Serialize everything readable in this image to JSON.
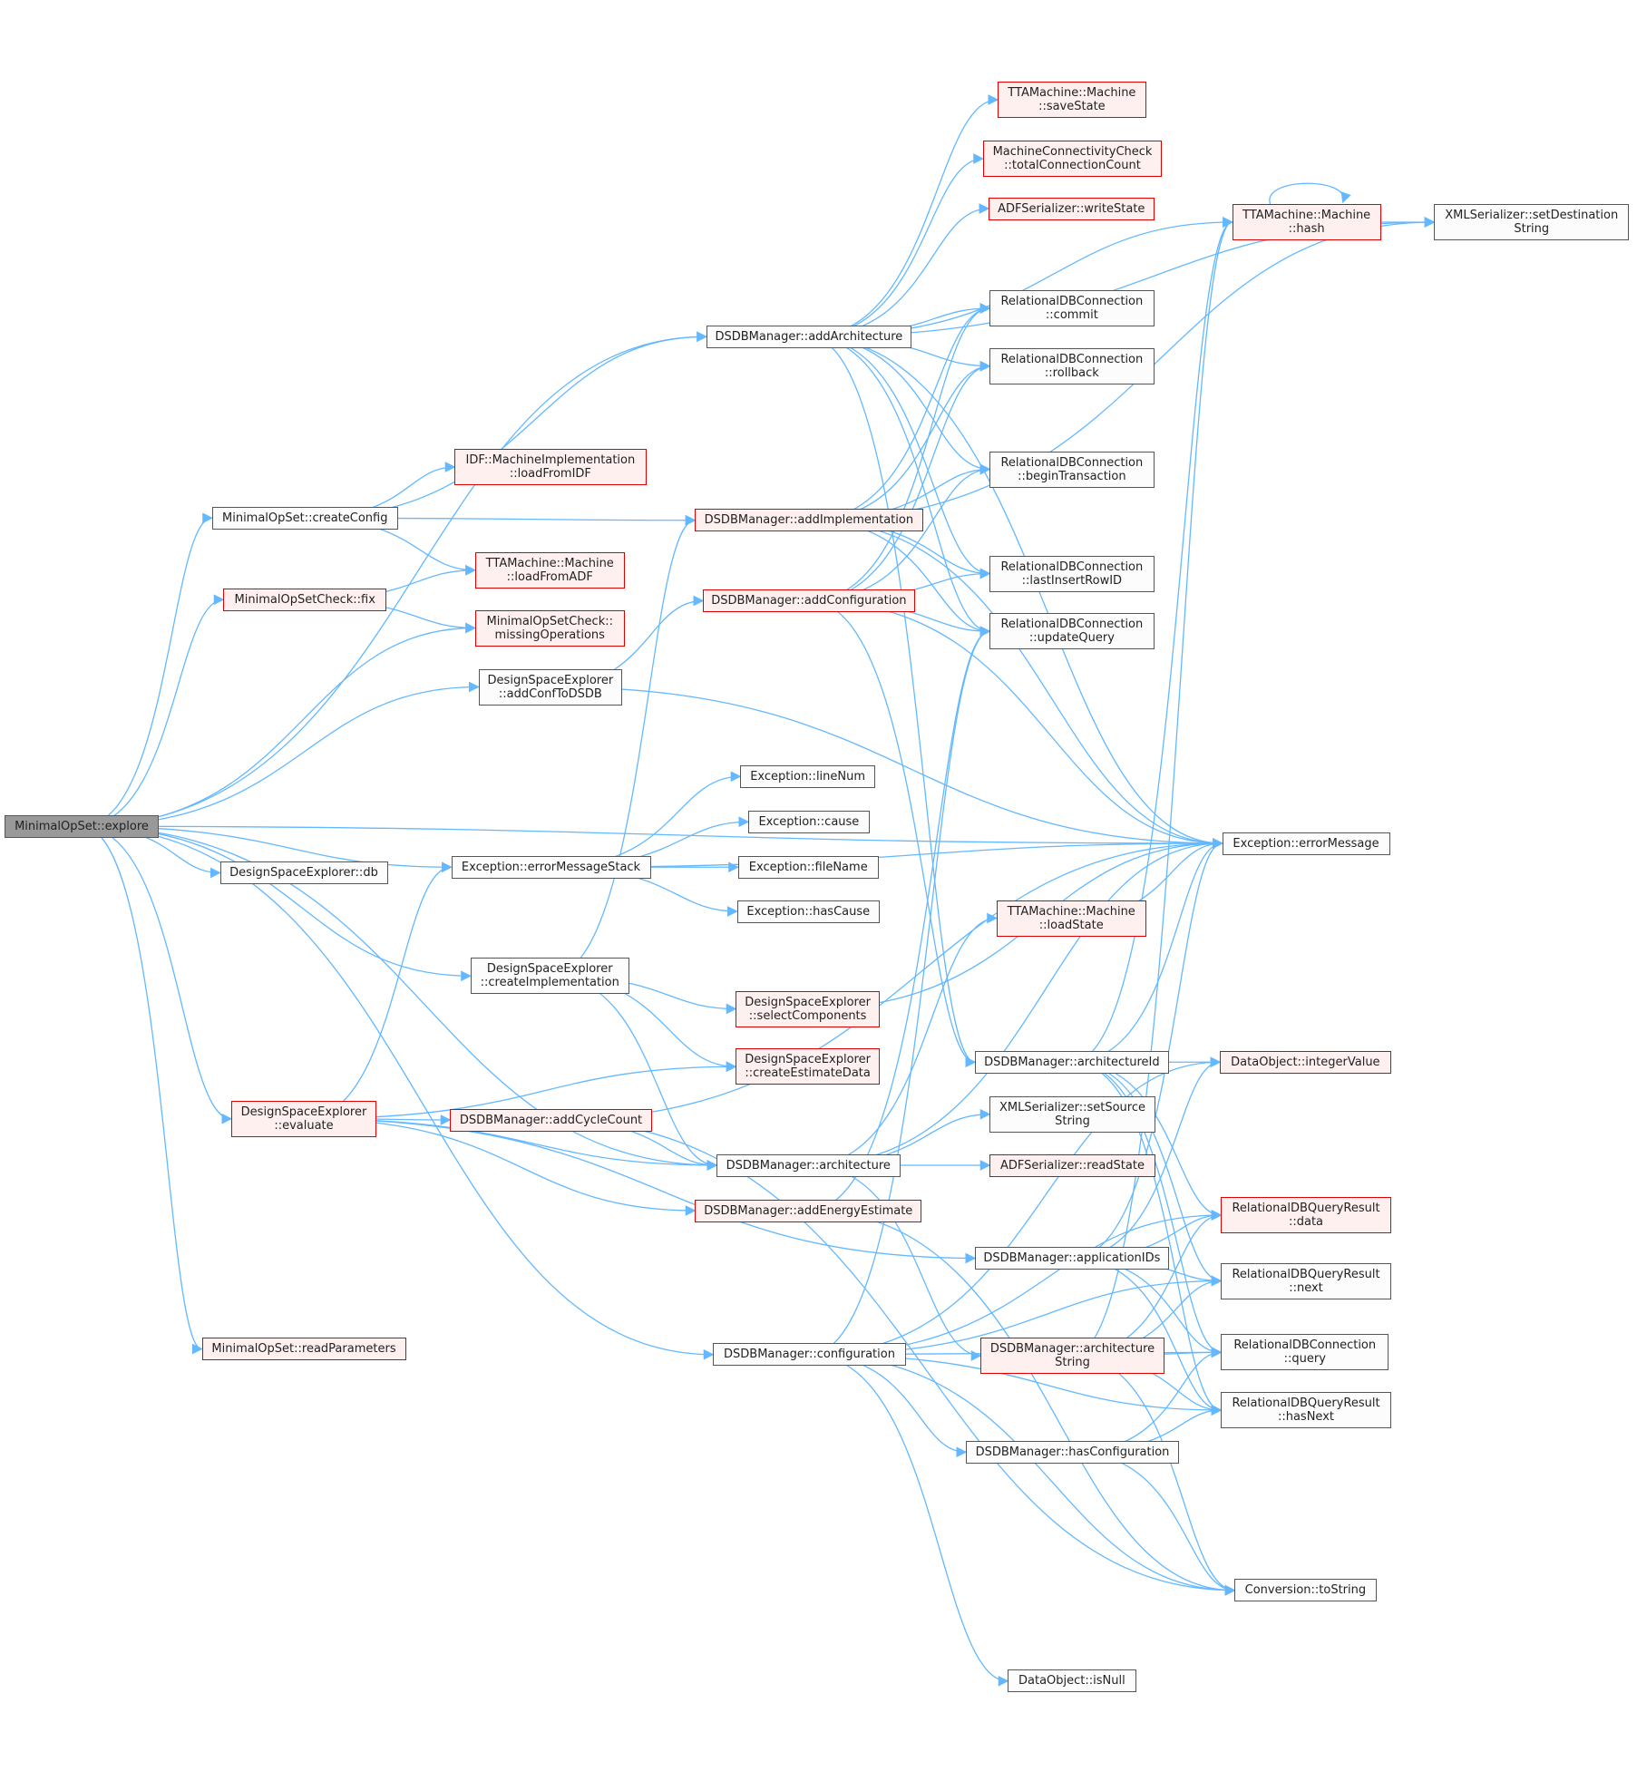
{
  "colors": {
    "edge": "#63b8ff",
    "red_border": "#e00000",
    "red_fill": "#fff0f0",
    "root_fill": "#999999"
  },
  "nodes": {
    "explore": {
      "label": "MinimalOpSet::explore",
      "style": "root"
    },
    "createConfig": {
      "label": "MinimalOpSet::createConfig",
      "style": "normal"
    },
    "fix": {
      "label": "MinimalOpSetCheck::fix",
      "style": "red"
    },
    "db": {
      "label": "DesignSpaceExplorer::db",
      "style": "normal"
    },
    "evaluate": {
      "label": "DesignSpaceExplorer\n::evaluate",
      "style": "red"
    },
    "readParameters": {
      "label": "MinimalOpSet::readParameters",
      "style": "red"
    },
    "addArchitecture": {
      "label": "DSDBManager::addArchitecture",
      "style": "normal"
    },
    "loadFromIDF": {
      "label": "IDF::MachineImplementation\n::loadFromIDF",
      "style": "red"
    },
    "loadFromADF": {
      "label": "TTAMachine::Machine\n::loadFromADF",
      "style": "red"
    },
    "missingOperations": {
      "label": "MinimalOpSetCheck::\nmissingOperations",
      "style": "red"
    },
    "addConfToDSDB": {
      "label": "DesignSpaceExplorer\n::addConfToDSDB",
      "style": "normal"
    },
    "addImplementation": {
      "label": "DSDBManager::addImplementation",
      "style": "red"
    },
    "addConfiguration": {
      "label": "DSDBManager::addConfiguration",
      "style": "red"
    },
    "errorMessageStack": {
      "label": "Exception::errorMessageStack",
      "style": "normal"
    },
    "createImplementation": {
      "label": "DesignSpaceExplorer\n::createImplementation",
      "style": "normal"
    },
    "addCycleCount": {
      "label": "DSDBManager::addCycleCount",
      "style": "red"
    },
    "architecture": {
      "label": "DSDBManager::architecture",
      "style": "normal"
    },
    "addEnergyEstimate": {
      "label": "DSDBManager::addEnergyEstimate",
      "style": "red"
    },
    "configuration": {
      "label": "DSDBManager::configuration",
      "style": "normal"
    },
    "lineNum": {
      "label": "Exception::lineNum",
      "style": "normal"
    },
    "cause": {
      "label": "Exception::cause",
      "style": "normal"
    },
    "fileName": {
      "label": "Exception::fileName",
      "style": "normal"
    },
    "hasCause": {
      "label": "Exception::hasCause",
      "style": "normal"
    },
    "selectComponents": {
      "label": "DesignSpaceExplorer\n::selectComponents",
      "style": "red"
    },
    "createEstimateData": {
      "label": "DesignSpaceExplorer\n::createEstimateData",
      "style": "red"
    },
    "saveState": {
      "label": "TTAMachine::Machine\n::saveState",
      "style": "red"
    },
    "totalConnectionCount": {
      "label": "MachineConnectivityCheck\n::totalConnectionCount",
      "style": "red"
    },
    "writeState": {
      "label": "ADFSerializer::writeState",
      "style": "red"
    },
    "commit": {
      "label": "RelationalDBConnection\n::commit",
      "style": "normal"
    },
    "rollback": {
      "label": "RelationalDBConnection\n::rollback",
      "style": "normal"
    },
    "beginTransaction": {
      "label": "RelationalDBConnection\n::beginTransaction",
      "style": "normal"
    },
    "lastInsertRowID": {
      "label": "RelationalDBConnection\n::lastInsertRowID",
      "style": "normal"
    },
    "updateQuery": {
      "label": "RelationalDBConnection\n::updateQuery",
      "style": "normal"
    },
    "loadState": {
      "label": "TTAMachine::Machine\n::loadState",
      "style": "red"
    },
    "architectureId": {
      "label": "DSDBManager::architectureId",
      "style": "normal"
    },
    "setSourceString": {
      "label": "XMLSerializer::setSource\nString",
      "style": "normal"
    },
    "readState": {
      "label": "ADFSerializer::readState",
      "style": "red"
    },
    "applicationIDs": {
      "label": "DSDBManager::applicationIDs",
      "style": "normal"
    },
    "architectureString": {
      "label": "DSDBManager::architecture\nString",
      "style": "red"
    },
    "hasConfiguration": {
      "label": "DSDBManager::hasConfiguration",
      "style": "normal"
    },
    "isNull": {
      "label": "DataObject::isNull",
      "style": "normal"
    },
    "hash": {
      "label": "TTAMachine::Machine\n::hash",
      "style": "red"
    },
    "setDestinationString": {
      "label": "XMLSerializer::setDestination\nString",
      "style": "normal"
    },
    "errorMessage": {
      "label": "Exception::errorMessage",
      "style": "normal"
    },
    "integerValue": {
      "label": "DataObject::integerValue",
      "style": "red"
    },
    "data": {
      "label": "RelationalDBQueryResult\n::data",
      "style": "red"
    },
    "next": {
      "label": "RelationalDBQueryResult\n::next",
      "style": "normal"
    },
    "query": {
      "label": "RelationalDBConnection\n::query",
      "style": "normal"
    },
    "hasNext": {
      "label": "RelationalDBQueryResult\n::hasNext",
      "style": "normal"
    },
    "toString": {
      "label": "Conversion::toString",
      "style": "normal"
    }
  },
  "edges": [
    [
      "explore",
      "createConfig"
    ],
    [
      "explore",
      "fix"
    ],
    [
      "explore",
      "missingOperations"
    ],
    [
      "explore",
      "addConfToDSDB"
    ],
    [
      "explore",
      "addArchitecture"
    ],
    [
      "explore",
      "errorMessage"
    ],
    [
      "explore",
      "db"
    ],
    [
      "explore",
      "errorMessageStack"
    ],
    [
      "explore",
      "createImplementation"
    ],
    [
      "explore",
      "evaluate"
    ],
    [
      "explore",
      "architecture"
    ],
    [
      "explore",
      "configuration"
    ],
    [
      "explore",
      "readParameters"
    ],
    [
      "createConfig",
      "addArchitecture"
    ],
    [
      "createConfig",
      "loadFromIDF"
    ],
    [
      "createConfig",
      "addImplementation"
    ],
    [
      "createConfig",
      "loadFromADF"
    ],
    [
      "fix",
      "loadFromADF"
    ],
    [
      "fix",
      "missingOperations"
    ],
    [
      "addConfToDSDB",
      "addConfiguration"
    ],
    [
      "addConfToDSDB",
      "errorMessage"
    ],
    [
      "addArchitecture",
      "saveState"
    ],
    [
      "addArchitecture",
      "totalConnectionCount"
    ],
    [
      "addArchitecture",
      "writeState"
    ],
    [
      "addArchitecture",
      "commit"
    ],
    [
      "addArchitecture",
      "rollback"
    ],
    [
      "addArchitecture",
      "beginTransaction"
    ],
    [
      "addArchitecture",
      "lastInsertRowID"
    ],
    [
      "addArchitecture",
      "updateQuery"
    ],
    [
      "addArchitecture",
      "hash"
    ],
    [
      "addArchitecture",
      "setDestinationString"
    ],
    [
      "addArchitecture",
      "errorMessage"
    ],
    [
      "addArchitecture",
      "architectureId"
    ],
    [
      "addImplementation",
      "commit"
    ],
    [
      "addImplementation",
      "rollback"
    ],
    [
      "addImplementation",
      "beginTransaction"
    ],
    [
      "addImplementation",
      "lastInsertRowID"
    ],
    [
      "addImplementation",
      "updateQuery"
    ],
    [
      "addImplementation",
      "errorMessage"
    ],
    [
      "addImplementation",
      "setDestinationString"
    ],
    [
      "addConfiguration",
      "commit"
    ],
    [
      "addConfiguration",
      "rollback"
    ],
    [
      "addConfiguration",
      "beginTransaction"
    ],
    [
      "addConfiguration",
      "lastInsertRowID"
    ],
    [
      "addConfiguration",
      "updateQuery"
    ],
    [
      "addConfiguration",
      "errorMessage"
    ],
    [
      "addConfiguration",
      "architectureId"
    ],
    [
      "errorMessageStack",
      "lineNum"
    ],
    [
      "errorMessageStack",
      "cause"
    ],
    [
      "errorMessageStack",
      "fileName"
    ],
    [
      "errorMessageStack",
      "hasCause"
    ],
    [
      "errorMessageStack",
      "errorMessage"
    ],
    [
      "createImplementation",
      "addImplementation"
    ],
    [
      "createImplementation",
      "selectComponents"
    ],
    [
      "createImplementation",
      "createEstimateData"
    ],
    [
      "createImplementation",
      "architecture"
    ],
    [
      "evaluate",
      "errorMessageStack"
    ],
    [
      "evaluate",
      "createEstimateData"
    ],
    [
      "evaluate",
      "addCycleCount"
    ],
    [
      "evaluate",
      "architecture"
    ],
    [
      "evaluate",
      "addEnergyEstimate"
    ],
    [
      "evaluate",
      "applicationIDs"
    ],
    [
      "addCycleCount",
      "architecture"
    ],
    [
      "addCycleCount",
      "errorMessage"
    ],
    [
      "addCycleCount",
      "toString"
    ],
    [
      "architecture",
      "setSourceString"
    ],
    [
      "architecture",
      "readState"
    ],
    [
      "architecture",
      "loadState"
    ],
    [
      "architecture",
      "architectureString"
    ],
    [
      "architecture",
      "errorMessage"
    ],
    [
      "addEnergyEstimate",
      "updateQuery"
    ],
    [
      "addEnergyEstimate",
      "toString"
    ],
    [
      "configuration",
      "data"
    ],
    [
      "configuration",
      "next"
    ],
    [
      "configuration",
      "query"
    ],
    [
      "configuration",
      "hasNext"
    ],
    [
      "configuration",
      "isNull"
    ],
    [
      "configuration",
      "hasConfiguration"
    ],
    [
      "configuration",
      "updateQuery"
    ],
    [
      "configuration",
      "toString"
    ],
    [
      "configuration",
      "integerValue"
    ],
    [
      "selectComponents",
      "errorMessage"
    ],
    [
      "loadState",
      "errorMessage"
    ],
    [
      "architectureId",
      "integerValue"
    ],
    [
      "architectureId",
      "hash"
    ],
    [
      "architectureId",
      "errorMessage"
    ],
    [
      "architectureId",
      "data"
    ],
    [
      "architectureId",
      "next"
    ],
    [
      "architectureId",
      "query"
    ],
    [
      "architectureId",
      "hasNext"
    ],
    [
      "applicationIDs",
      "integerValue"
    ],
    [
      "applicationIDs",
      "data"
    ],
    [
      "applicationIDs",
      "next"
    ],
    [
      "applicationIDs",
      "query"
    ],
    [
      "applicationIDs",
      "hasNext"
    ],
    [
      "applicationIDs",
      "errorMessage"
    ],
    [
      "architectureString",
      "query"
    ],
    [
      "architectureString",
      "data"
    ],
    [
      "architectureString",
      "next"
    ],
    [
      "architectureString",
      "hasNext"
    ],
    [
      "architectureString",
      "toString"
    ],
    [
      "architectureString",
      "hash"
    ],
    [
      "hasConfiguration",
      "query"
    ],
    [
      "hasConfiguration",
      "hasNext"
    ],
    [
      "hasConfiguration",
      "toString"
    ],
    [
      "hash",
      "setDestinationString"
    ],
    [
      "hash",
      "hash"
    ]
  ]
}
